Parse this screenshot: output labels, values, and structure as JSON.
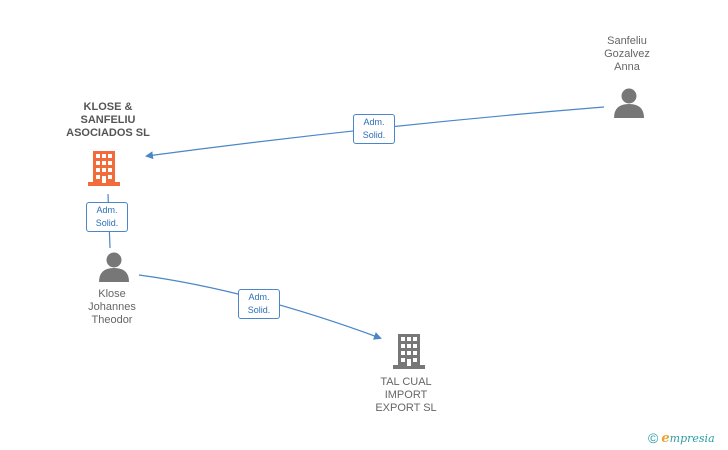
{
  "nodes": {
    "klose_sanfeliu": {
      "lines": [
        "KLOSE &",
        "SANFELIU",
        "ASOCIADOS SL"
      ],
      "kind": "company",
      "color": "#f26b3a",
      "icon": "building-icon"
    },
    "sanfeliu_anna": {
      "lines": [
        "Sanfeliu",
        "Gozalvez",
        "Anna"
      ],
      "kind": "person",
      "color": "#777777",
      "icon": "person-icon"
    },
    "klose_johannes": {
      "lines": [
        "Klose",
        "Johannes",
        "Theodor"
      ],
      "kind": "person",
      "color": "#777777",
      "icon": "person-icon"
    },
    "tal_cual": {
      "lines": [
        "TAL CUAL",
        "IMPORT",
        "EXPORT SL"
      ],
      "kind": "company",
      "color": "#777777",
      "icon": "building-icon"
    }
  },
  "edges": [
    {
      "from": "sanfeliu_anna",
      "to": "klose_sanfeliu",
      "label": [
        "Adm.",
        "Solid."
      ]
    },
    {
      "from": "klose_johannes",
      "to": "klose_sanfeliu",
      "label": [
        "Adm.",
        "Solid."
      ]
    },
    {
      "from": "klose_johannes",
      "to": "tal_cual",
      "label": [
        "Adm.",
        "Solid."
      ]
    }
  ],
  "colors": {
    "edge": "#4a86c8"
  },
  "footer": {
    "copyright": "©",
    "brand_initial": "e",
    "brand_rest": "mpresia"
  }
}
